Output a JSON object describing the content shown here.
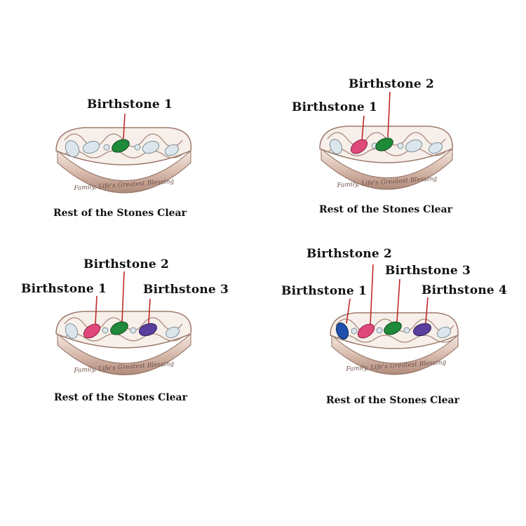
{
  "labels": {
    "b1": "Birthstone 1",
    "b2": "Birthstone 2",
    "b3": "Birthstone 3",
    "b4": "Birthstone 4"
  },
  "engraving": "Family, Life's Greatest Blessing",
  "caption": "Rest of the Stones Clear",
  "colors": {
    "metal": "#c9a99a",
    "emerald": "#1f8a3a",
    "pink": "#e0487a",
    "amethyst": "#5a3f9e",
    "sapphire": "#1f4fa8",
    "clear": "#d8e4ea",
    "pointer": "#c0282a"
  }
}
